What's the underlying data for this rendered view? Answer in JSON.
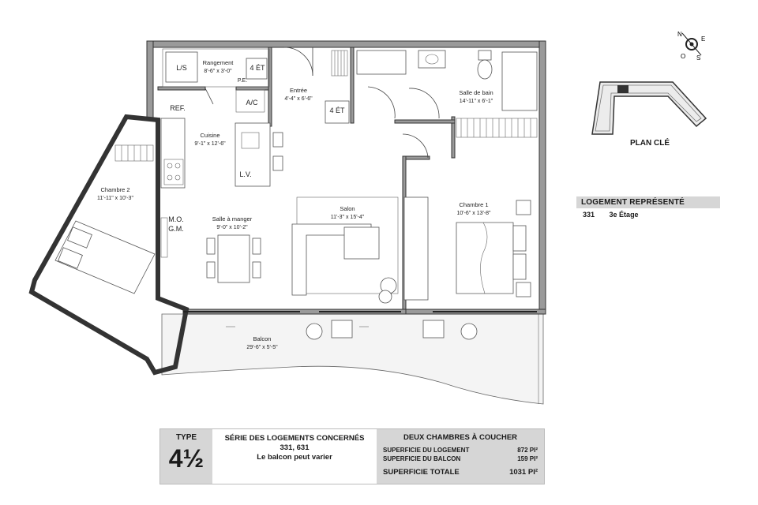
{
  "rooms": {
    "rangement": {
      "name": "Rangement",
      "dims": "8'-6\" x 3'-0\""
    },
    "entree": {
      "name": "Entrée",
      "dims": "4'-4\" x 6'-6\""
    },
    "salle_de_bain": {
      "name": "Salle de bain",
      "dims": "14'-11\" x 6'-1\""
    },
    "cuisine": {
      "name": "Cuisine",
      "dims": "9'-1\" x 12'-6\""
    },
    "chambre2": {
      "name": "Chambre 2",
      "dims": "11'-11\" x 10'-3\""
    },
    "salle_a_manger": {
      "name": "Salle à manger",
      "dims": "9'-0\" x 10'-2\""
    },
    "salon": {
      "name": "Salon",
      "dims": "11'-3\" x 15'-4\""
    },
    "chambre1": {
      "name": "Chambre 1",
      "dims": "10'-6\" x 13'-8\""
    },
    "balcon": {
      "name": "Balcon",
      "dims": "29'-6\" x 5'-5\""
    }
  },
  "tags": {
    "ls": "L/S",
    "et1": "4 ÉT",
    "et2": "4 ÉT",
    "pe": "P.E.",
    "ac": "A/C",
    "ref": "REF.",
    "lv": "L.V.",
    "mo": "M.O.",
    "gm": "G.M."
  },
  "compass": {
    "n": "N",
    "e": "E",
    "s": "S",
    "o": "O"
  },
  "key_plan": {
    "title": "PLAN CLÉ"
  },
  "legend": {
    "title": "LOGEMENT REPRÉSENTÉ",
    "unit": "331",
    "floor": "3e Étage"
  },
  "info": {
    "type_label": "TYPE",
    "type_value": "4½",
    "series_title": "SÉRIE DES LOGEMENTS CONCERNÉS",
    "series_units": "331, 631",
    "balcony_note": "Le balcon peut varier",
    "bedrooms_title": "DEUX CHAMBRES À COUCHER",
    "unit_area_label": "SUPERFICIE DU LOGEMENT",
    "unit_area_value": "872 PI²",
    "balcony_area_label": "SUPERFICIE DU BALCON",
    "balcony_area_value": "159 PI²",
    "total_area_label": "SUPERFICIE TOTALE",
    "total_area_value": "1031 PI²"
  }
}
